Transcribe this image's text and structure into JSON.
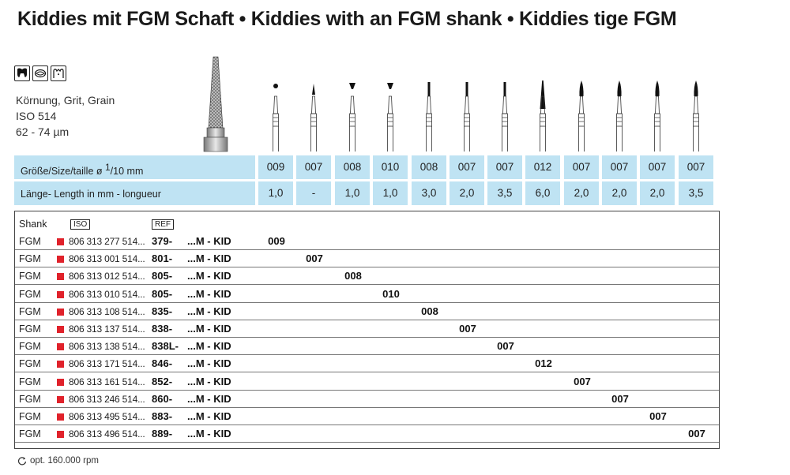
{
  "header": {
    "title": "Kiddies mit FGM Schaft • Kiddies with an FGM shank • Kiddies tige FGM"
  },
  "specs": {
    "grit": "Körnung, Grit, Grain",
    "iso": "ISO 514",
    "size": "62 - 74 µm"
  },
  "bands": {
    "size_prefix": "Größe/Size/taille  ø ",
    "size_frac_num": "1",
    "size_frac_den": "10 mm",
    "length_label": "Länge- Length in mm - longueur"
  },
  "columns": [
    {
      "size": "009",
      "length": "1,0"
    },
    {
      "size": "007",
      "length": "-"
    },
    {
      "size": "008",
      "length": "1,0"
    },
    {
      "size": "010",
      "length": "1,0"
    },
    {
      "size": "008",
      "length": "3,0"
    },
    {
      "size": "007",
      "length": "2,0"
    },
    {
      "size": "007",
      "length": "3,5"
    },
    {
      "size": "012",
      "length": "6,0"
    },
    {
      "size": "007",
      "length": "2,0"
    },
    {
      "size": "007",
      "length": "2,0"
    },
    {
      "size": "007",
      "length": "2,0"
    },
    {
      "size": "007",
      "length": "3,5"
    }
  ],
  "table": {
    "headers": {
      "shank": "Shank",
      "iso": "ISO",
      "ref": "REF"
    },
    "rows": [
      {
        "shank": "FGM",
        "iso": "806 313 277 514...",
        "ref": "379-",
        "suffix": "...M - KID",
        "value": "009",
        "col": 0
      },
      {
        "shank": "FGM",
        "iso": "806 313 001 514...",
        "ref": "801-",
        "suffix": "...M - KID",
        "value": "007",
        "col": 1
      },
      {
        "shank": "FGM",
        "iso": "806 313 012 514...",
        "ref": "805-",
        "suffix": "...M - KID",
        "value": "008",
        "col": 2
      },
      {
        "shank": "FGM",
        "iso": "806 313 010 514...",
        "ref": "805-",
        "suffix": "...M - KID",
        "value": "010",
        "col": 3
      },
      {
        "shank": "FGM",
        "iso": "806 313 108 514...",
        "ref": "835-",
        "suffix": "...M - KID",
        "value": "008",
        "col": 4
      },
      {
        "shank": "FGM",
        "iso": "806 313 137 514...",
        "ref": "838-",
        "suffix": "...M - KID",
        "value": "007",
        "col": 5
      },
      {
        "shank": "FGM",
        "iso": "806 313 138 514...",
        "ref": "838L-",
        "suffix": "...M - KID",
        "value": "007",
        "col": 6
      },
      {
        "shank": "FGM",
        "iso": "806 313 171 514...",
        "ref": "846-",
        "suffix": "...M - KID",
        "value": "012",
        "col": 7
      },
      {
        "shank": "FGM",
        "iso": "806 313 161 514...",
        "ref": "852-",
        "suffix": "...M - KID",
        "value": "007",
        "col": 8
      },
      {
        "shank": "FGM",
        "iso": "806 313 246 514...",
        "ref": "860-",
        "suffix": "...M - KID",
        "value": "007",
        "col": 9
      },
      {
        "shank": "FGM",
        "iso": "806 313 495 514...",
        "ref": "883-",
        "suffix": "...M - KID",
        "value": "007",
        "col": 10
      },
      {
        "shank": "FGM",
        "iso": "806 313 496 514...",
        "ref": "889-",
        "suffix": "...M - KID",
        "value": "007",
        "col": 11
      }
    ]
  },
  "footer": {
    "rpm": "opt. 160.000 rpm"
  },
  "colors": {
    "band": "#bfe3f3",
    "marker": "#e0222b"
  }
}
